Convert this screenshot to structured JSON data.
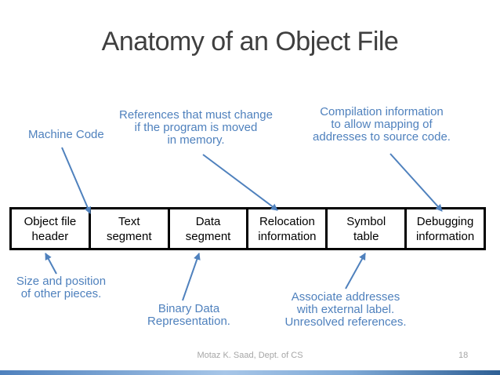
{
  "slide": {
    "title": "Anatomy of an Object File",
    "footer": {
      "credit": "Motaz K. Saad, Dept. of CS",
      "page_number": "18"
    }
  },
  "diagram": {
    "boxes": [
      {
        "label": "Object file\nheader"
      },
      {
        "label": "Text\nsegment"
      },
      {
        "label": "Data\nsegment"
      },
      {
        "label": "Relocation\ninformation"
      },
      {
        "label": "Symbol\ntable"
      },
      {
        "label": "Debugging\ninformation"
      }
    ],
    "annotations": {
      "machine_code": "Machine Code",
      "references": "References that must change\nif the program is moved\nin memory.",
      "compilation": "Compilation information\nto allow mapping of\naddresses to source code.",
      "size_position": "Size and position\nof other pieces.",
      "binary_data": "Binary Data\nRepresentation.",
      "associate": "Associate addresses\nwith external label.\nUnresolved references."
    },
    "colors": {
      "annotation_text": "#4F81BD",
      "arrow": "#4F81BD",
      "box_border": "#000000",
      "box_text": "#000000",
      "title_text": "#3F3F3F",
      "footer_text": "#A6A6A6",
      "bottom_bar_gradient": [
        "#4F81BD",
        "#A7C6E8",
        "#2E5F94"
      ]
    }
  }
}
